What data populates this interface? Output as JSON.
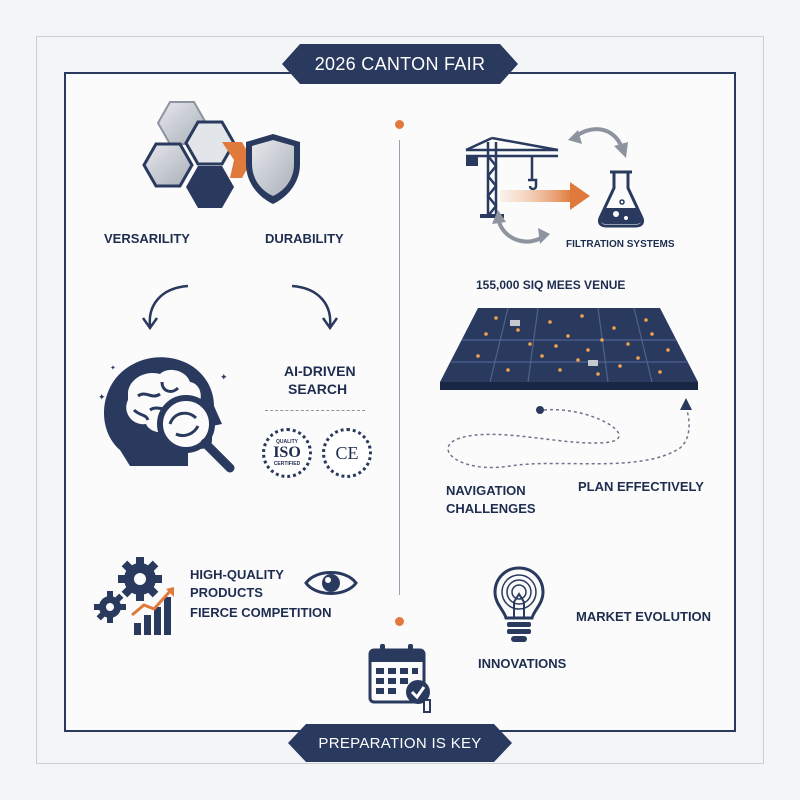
{
  "title": "2026 CANTON FAIR",
  "footer": "PREPARATION IS KEY",
  "labels": {
    "versatility": "VERSARILITY",
    "durability": "DURABILITY",
    "ai_search_1": "AI-DRIVEN",
    "ai_search_2": "SEARCH",
    "quality_1": "HIGH-QUALITY",
    "quality_2": "PRODUCTS",
    "competition": "FIERCE COMPETITION",
    "filtration": "FILTRATION SYSTEMS",
    "venue": "155,000 SIQ MEES VENUE",
    "navigation_1": "NAVIGATION",
    "navigation_2": "CHALLENGES",
    "plan": "PLAN EFFECTIVELY",
    "market": "MARKET EVOLUTION",
    "innovations": "INNOVATIONS"
  },
  "badges": {
    "iso": "ISO",
    "iso_ring_top": "QUALITY",
    "iso_ring_bottom": "CERTIFIED",
    "ce": "CE"
  },
  "colors": {
    "navy": "#2a3a5e",
    "orange": "#e07a3c",
    "silver": "#c3c8cf"
  },
  "icons": [
    "hexagon-cluster-icon",
    "shield-icon",
    "curved-arrow-icon",
    "brain-head-icon",
    "magnifier-icon",
    "iso-badge-icon",
    "ce-badge-icon",
    "gears-icon",
    "growth-chart-icon",
    "eye-icon",
    "crane-icon",
    "flask-icon",
    "venue-map-icon",
    "dashed-path-icon",
    "lightbulb-icon",
    "calendar-check-icon"
  ]
}
